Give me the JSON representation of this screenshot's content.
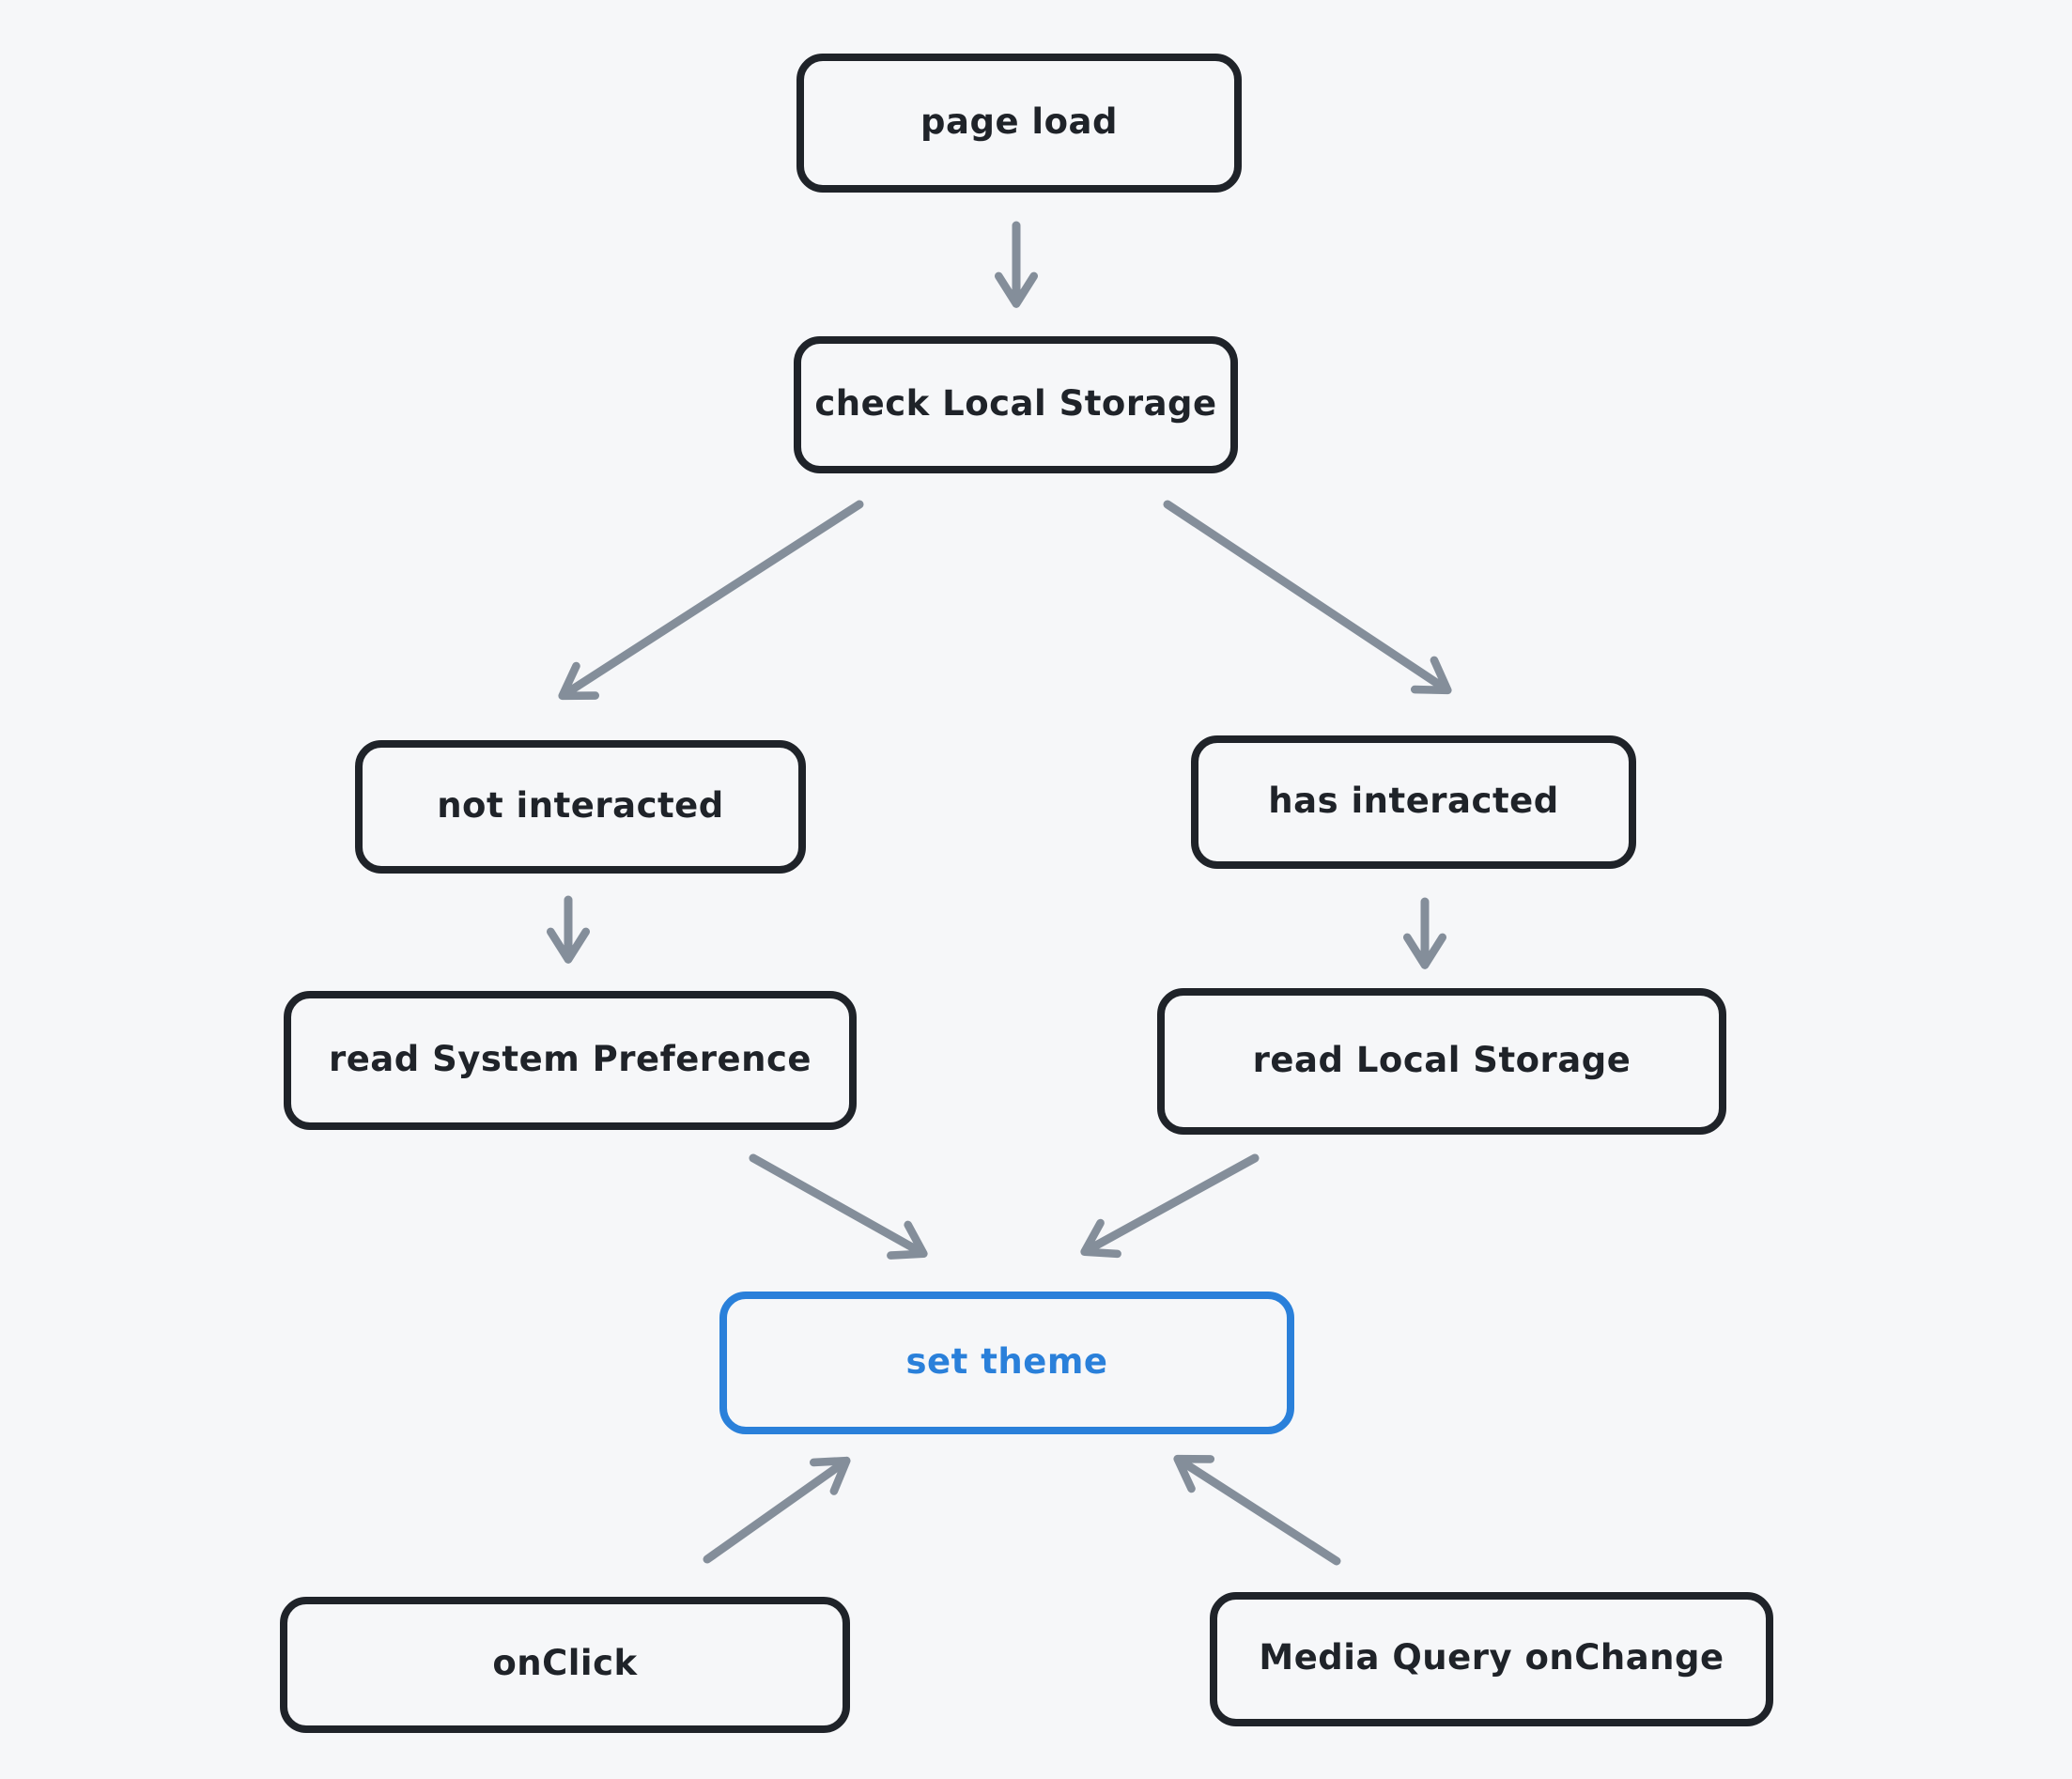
{
  "diagram": {
    "type": "flowchart",
    "nodes": {
      "page_load": {
        "label": "page load"
      },
      "check_local_storage": {
        "label": "check Local Storage"
      },
      "not_interacted": {
        "label": "not interacted"
      },
      "has_interacted": {
        "label": "has interacted"
      },
      "read_system_preference": {
        "label": "read System Preference"
      },
      "read_local_storage": {
        "label": "read Local Storage"
      },
      "set_theme": {
        "label": "set theme",
        "emphasis": "accent"
      },
      "on_click": {
        "label": "onClick"
      },
      "media_query_onchange": {
        "label": "Media Query onChange"
      }
    },
    "edges": [
      {
        "from": "page_load",
        "to": "check_local_storage"
      },
      {
        "from": "check_local_storage",
        "to": "not_interacted"
      },
      {
        "from": "check_local_storage",
        "to": "has_interacted"
      },
      {
        "from": "not_interacted",
        "to": "read_system_preference"
      },
      {
        "from": "has_interacted",
        "to": "read_local_storage"
      },
      {
        "from": "read_system_preference",
        "to": "set_theme"
      },
      {
        "from": "read_local_storage",
        "to": "set_theme"
      },
      {
        "from": "on_click",
        "to": "set_theme"
      },
      {
        "from": "media_query_onchange",
        "to": "set_theme"
      }
    ],
    "colors": {
      "background": "#f6f7f9",
      "node_stroke": "#1f2329",
      "text": "#1f2329",
      "accent": "#2a80da",
      "arrow": "#848e9a"
    }
  }
}
